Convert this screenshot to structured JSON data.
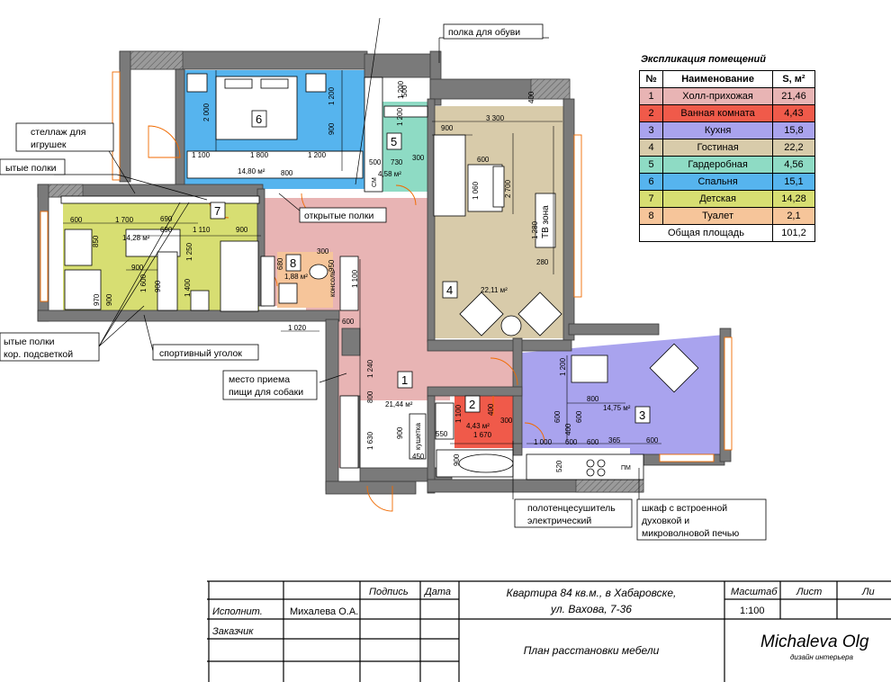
{
  "legend": {
    "title": "Экспликация помещений",
    "headers": [
      "№",
      "Наименование",
      "S, м²"
    ],
    "rows": [
      {
        "no": "1",
        "name": "Холл-прихожая",
        "area": "21,46",
        "color": "#e8b4b4"
      },
      {
        "no": "2",
        "name": "Ванная комната",
        "area": "4,43",
        "color": "#f05a4a"
      },
      {
        "no": "3",
        "name": "Кухня",
        "area": "15,8",
        "color": "#a9a3ee"
      },
      {
        "no": "4",
        "name": "Гостиная",
        "area": "22,2",
        "color": "#d8cbaa"
      },
      {
        "no": "5",
        "name": "Гардеробная",
        "area": "4,56",
        "color": "#8edbc4"
      },
      {
        "no": "6",
        "name": "Спальня",
        "area": "15,1",
        "color": "#56b4ee"
      },
      {
        "no": "7",
        "name": "Детская",
        "area": "14,28",
        "color": "#d7de72"
      },
      {
        "no": "8",
        "name": "Туалет",
        "area": "2,1",
        "color": "#f6c59a"
      }
    ],
    "total_label": "Общая площадь",
    "total_area": "101,2"
  },
  "rooms": {
    "r1": {
      "num": "1",
      "area": "21,44 м²"
    },
    "r2": {
      "num": "2",
      "area": "4,43 м²"
    },
    "r3": {
      "num": "3",
      "area": "14,75 м²"
    },
    "r4": {
      "num": "4",
      "area": "22,11 м²"
    },
    "r5": {
      "num": "5",
      "area": "4,58 м²"
    },
    "r6": {
      "num": "6",
      "area": "14,80 м²"
    },
    "r7": {
      "num": "7",
      "area": "14,28 м²"
    },
    "r8": {
      "num": "8",
      "area": "1,88 м²"
    }
  },
  "notes": {
    "shoe_shelf": "полка для обуви",
    "toy_rack_1": "стеллаж для",
    "toy_rack_2": "игрушек",
    "shelves_top": "ытые полки",
    "open_shelves": "открытые полки",
    "lit_shelves_1": "ытые полки",
    "lit_shelves_2": "кор. подсветкой",
    "sport_corner": "спортивный уголок",
    "dog_place_1": "место приема",
    "dog_place_2": "пищи для собаки",
    "towel_1": "полотенцесушитель",
    "towel_2": "электрический",
    "oven_1": "шкаф с встроенной",
    "oven_2": "духовкой и",
    "oven_3": "микроволновой печью",
    "tv_zone": "ТВ зона",
    "console": "консоль",
    "couch": "кушетка",
    "sm": "СМ",
    "pm": "ПМ"
  },
  "dims": {
    "d1200a": "1 200",
    "d1200b": "1 200",
    "d2000": "2 000",
    "d900a": "900",
    "d1100a": "1 100",
    "d1800": "1 800",
    "d1200c": "1 200",
    "d800a": "800",
    "d500": "500",
    "d730": "730",
    "d300a": "300",
    "d3300": "3 300",
    "d900b": "900",
    "d600a": "600",
    "d1060": "1 060",
    "d2700": "2 700",
    "d1280": "1 280",
    "d280": "280",
    "d400a": "400",
    "d500b": "500",
    "d600b": "600",
    "d1700": "1 700",
    "d690a": "690",
    "d690b": "690",
    "d850": "850",
    "d1110": "1 110",
    "d900c": "900",
    "d900d": "900",
    "d1250": "1 250",
    "d1400": "1 400",
    "d970": "970",
    "d900e": "900",
    "d1600": "1 600",
    "d680": "680",
    "d300b": "300",
    "d950": "950",
    "d1100b": "1 100",
    "d1020": "1 020",
    "d600c": "600",
    "d1240": "1 240",
    "d800b": "800",
    "d1630": "1 630",
    "d900f": "900",
    "d550": "550",
    "d1100c": "1 100",
    "d1670": "1 670",
    "d300c": "300",
    "d400b": "400",
    "d1200d": "1 200",
    "d800c": "800",
    "d600d": "600",
    "d400c": "400",
    "d1000": "1 000",
    "d600e": "600",
    "d600f": "600",
    "d365": "365",
    "d600g": "600",
    "d600h": "600",
    "d520": "520",
    "d900g": "900",
    "d450": "450",
    "d1200e": "1 200",
    "d900h": "900"
  },
  "stamp": {
    "sign": "Подпись",
    "date": "Дата",
    "executor_label": "Исполнит.",
    "executor_name": "Михалева О.А.",
    "customer_label": "Заказчик",
    "project_1": "Квартира 84 кв.м., в Хабаровске,",
    "project_2": "ул. Вахова, 7-36",
    "sheet_title": "План расстановки мебели",
    "scale_label": "Масштаб",
    "scale_value": "1:100",
    "sheet_label": "Лист",
    "sheets_label": "Ли",
    "logo_text": "Michaleva Olg",
    "logo_sub": "дизайн интерьера"
  }
}
